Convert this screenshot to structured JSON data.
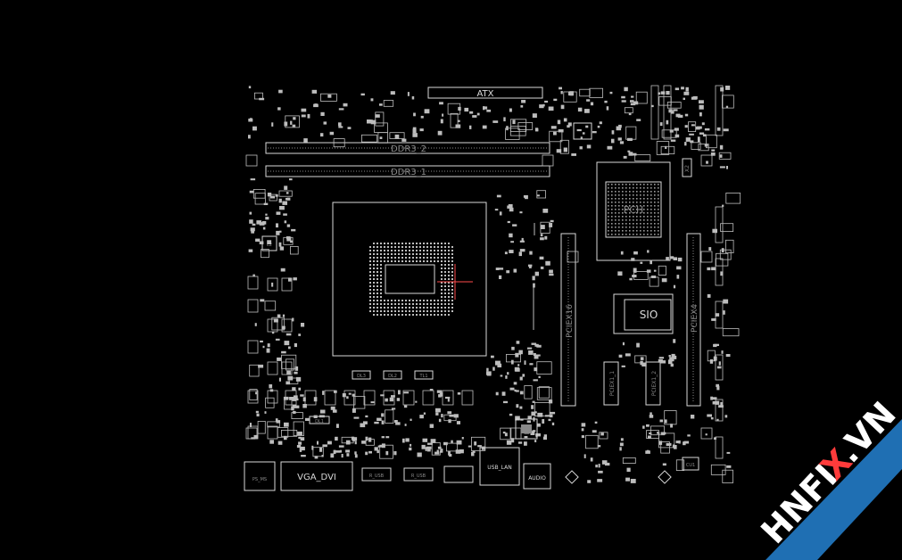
{
  "colors": {
    "background": "#000000",
    "trace": "#d9d9d9",
    "dim": "#8a8a8a",
    "cursor": "#ff4d4d",
    "watermark_band": "#1f6fb3",
    "watermark_text": "#ffffff"
  },
  "labels": {
    "atx": "ATX",
    "ddr3_2": "DDR3_2",
    "ddr3_1": "DDR3_1",
    "pch": "PCH",
    "sio": "SIO",
    "pciex16": "PCIEX16",
    "pciex4": "PCIEX4",
    "pciex1_1": "PCIEX1_1",
    "pciex1_2": "PCIEX1_2",
    "vga_dvi": "VGA_DVI",
    "usb_lan": "USB_LAN",
    "audio": "AUDIO",
    "ps_ms": "PS_MS",
    "dl1": "DL1",
    "dl2": "DL2",
    "dl3": "DL3",
    "tl1": "TL1",
    "l2": "L2",
    "x2": "X2",
    "r_usb_a": "R_USB",
    "r_usb_b": "R_USB",
    "cut": "CU1"
  },
  "watermark": {
    "text_left": "HNFI",
    "text_x": "X",
    "text_right": ".VN"
  }
}
